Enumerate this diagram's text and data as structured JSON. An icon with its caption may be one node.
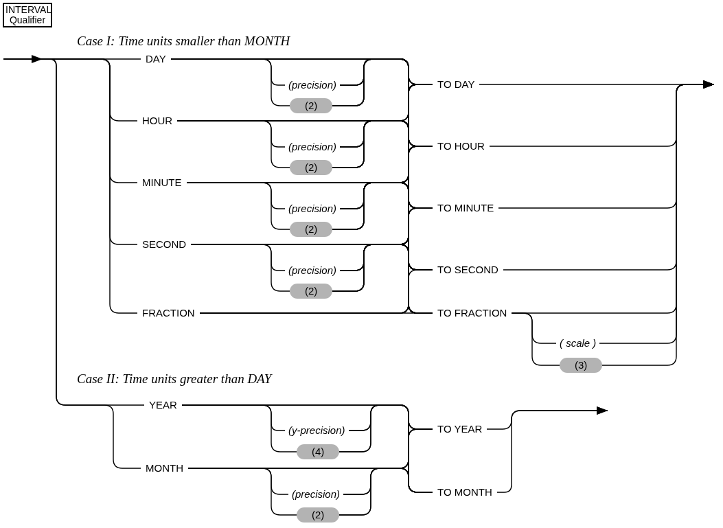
{
  "diagram": {
    "nodes": [
      {
        "text": [
          "INTERVAL Qualifier"
        ]
      },
      {
        "text": [
          "DAY"
        ]
      },
      {
        "text": [
          "(precision)"
        ]
      },
      {
        "text": [
          "(2)"
        ]
      },
      {
        "text": [
          "HOUR"
        ]
      },
      {
        "text": [
          "(precision)"
        ]
      },
      {
        "text": [
          "(2)"
        ]
      },
      {
        "text": [
          "MINUTE"
        ]
      },
      {
        "text": [
          "(precision)"
        ]
      },
      {
        "text": [
          "(2)"
        ]
      },
      {
        "text": [
          "SECOND"
        ]
      },
      {
        "text": [
          "(precision)"
        ]
      },
      {
        "text": [
          "(2)"
        ]
      },
      {
        "text": [
          "FRACTION"
        ]
      },
      {
        "text": [
          "TO DAY"
        ]
      },
      {
        "text": [
          "TO HOUR"
        ]
      },
      {
        "text": [
          "TO MINUTE"
        ]
      },
      {
        "text": [
          "TO SECOND"
        ]
      },
      {
        "text": [
          "TO FRACTION"
        ]
      },
      {
        "text": [
          "( scale )"
        ]
      },
      {
        "text": [
          "(3)"
        ]
      },
      {
        "text": [
          "YEAR"
        ]
      },
      {
        "text": [
          "(y-precision)"
        ]
      },
      {
        "text": [
          "(4)"
        ]
      },
      {
        "text": [
          "MONTH"
        ]
      },
      {
        "text": [
          "(precision)"
        ]
      },
      {
        "text": [
          "(2)"
        ]
      },
      {
        "text": [
          "TO YEAR"
        ]
      },
      {
        "text": [
          "TO MONTH"
        ]
      }
    ],
    "edges": [
      {
        "from": null,
        "to": 1,
        "arrow": "none"
      },
      {
        "from": null,
        "to": 4,
        "arrow": "none"
      },
      {
        "from": null,
        "to": 7,
        "arrow": "none"
      },
      {
        "from": null,
        "to": 10,
        "arrow": "none"
      },
      {
        "from": null,
        "to": 13,
        "arrow": "none"
      },
      {
        "from": null,
        "to": 21,
        "arrow": "none"
      },
      {
        "from": null,
        "to": 24,
        "arrow": "none"
      },
      {
        "from": 1,
        "to": 2,
        "arrow": "none"
      },
      {
        "from": 1,
        "to": 3,
        "arrow": "none"
      },
      {
        "from": 4,
        "to": 5,
        "arrow": "none"
      },
      {
        "from": 4,
        "to": 6,
        "arrow": "none"
      },
      {
        "from": 7,
        "to": 8,
        "arrow": "none"
      },
      {
        "from": 7,
        "to": 9,
        "arrow": "none"
      },
      {
        "from": 10,
        "to": 11,
        "arrow": "none"
      },
      {
        "from": 10,
        "to": 12,
        "arrow": "none"
      },
      {
        "from": 1,
        "to": 14,
        "arrow": "none"
      },
      {
        "from": 1,
        "to": 15,
        "arrow": "none"
      },
      {
        "from": 1,
        "to": 16,
        "arrow": "none"
      },
      {
        "from": 1,
        "to": 17,
        "arrow": "none"
      },
      {
        "from": 1,
        "to": 18,
        "arrow": "none"
      },
      {
        "from": 2,
        "to": 14,
        "arrow": "none"
      },
      {
        "from": 2,
        "to": 15,
        "arrow": "none"
      },
      {
        "from": 2,
        "to": 16,
        "arrow": "none"
      },
      {
        "from": 2,
        "to": 17,
        "arrow": "none"
      },
      {
        "from": 2,
        "to": 18,
        "arrow": "none"
      },
      {
        "from": 3,
        "to": 14,
        "arrow": "none"
      },
      {
        "from": 3,
        "to": 15,
        "arrow": "none"
      },
      {
        "from": 3,
        "to": 16,
        "arrow": "none"
      },
      {
        "from": 3,
        "to": 17,
        "arrow": "none"
      },
      {
        "from": 3,
        "to": 18,
        "arrow": "none"
      },
      {
        "from": 4,
        "to": 14,
        "arrow": "none"
      },
      {
        "from": 4,
        "to": 15,
        "arrow": "none"
      },
      {
        "from": 4,
        "to": 16,
        "arrow": "none"
      },
      {
        "from": 4,
        "to": 17,
        "arrow": "none"
      },
      {
        "from": 4,
        "to": 18,
        "arrow": "none"
      },
      {
        "from": 5,
        "to": 14,
        "arrow": "none"
      },
      {
        "from": 5,
        "to": 15,
        "arrow": "none"
      },
      {
        "from": 5,
        "to": 16,
        "arrow": "none"
      },
      {
        "from": 5,
        "to": 17,
        "arrow": "none"
      },
      {
        "from": 5,
        "to": 18,
        "arrow": "none"
      },
      {
        "from": 6,
        "to": 14,
        "arrow": "none"
      },
      {
        "from": 6,
        "to": 15,
        "arrow": "none"
      },
      {
        "from": 6,
        "to": 16,
        "arrow": "none"
      },
      {
        "from": 6,
        "to": 17,
        "arrow": "none"
      },
      {
        "from": 6,
        "to": 18,
        "arrow": "none"
      },
      {
        "from": 7,
        "to": 14,
        "arrow": "none"
      },
      {
        "from": 7,
        "to": 15,
        "arrow": "none"
      },
      {
        "from": 7,
        "to": 16,
        "arrow": "none"
      },
      {
        "from": 7,
        "to": 17,
        "arrow": "none"
      },
      {
        "from": 7,
        "to": 18,
        "arrow": "none"
      },
      {
        "from": 8,
        "to": 14,
        "arrow": "none"
      },
      {
        "from": 8,
        "to": 15,
        "arrow": "none"
      },
      {
        "from": 8,
        "to": 16,
        "arrow": "none"
      },
      {
        "from": 8,
        "to": 17,
        "arrow": "none"
      },
      {
        "from": 8,
        "to": 18,
        "arrow": "none"
      },
      {
        "from": 9,
        "to": 14,
        "arrow": "none"
      },
      {
        "from": 9,
        "to": 15,
        "arrow": "none"
      },
      {
        "from": 9,
        "to": 16,
        "arrow": "none"
      },
      {
        "from": 9,
        "to": 17,
        "arrow": "none"
      },
      {
        "from": 9,
        "to": 18,
        "arrow": "none"
      },
      {
        "from": 10,
        "to": 14,
        "arrow": "none"
      },
      {
        "from": 10,
        "to": 15,
        "arrow": "none"
      },
      {
        "from": 10,
        "to": 16,
        "arrow": "none"
      },
      {
        "from": 10,
        "to": 17,
        "arrow": "none"
      },
      {
        "from": 10,
        "to": 18,
        "arrow": "none"
      },
      {
        "from": 11,
        "to": 14,
        "arrow": "none"
      },
      {
        "from": 11,
        "to": 15,
        "arrow": "none"
      },
      {
        "from": 11,
        "to": 16,
        "arrow": "none"
      },
      {
        "from": 11,
        "to": 17,
        "arrow": "none"
      },
      {
        "from": 11,
        "to": 18,
        "arrow": "none"
      },
      {
        "from": 12,
        "to": 14,
        "arrow": "none"
      },
      {
        "from": 12,
        "to": 15,
        "arrow": "none"
      },
      {
        "from": 12,
        "to": 16,
        "arrow": "none"
      },
      {
        "from": 12,
        "to": 17,
        "arrow": "none"
      },
      {
        "from": 12,
        "to": 18,
        "arrow": "none"
      },
      {
        "from": 13,
        "to": 14,
        "arrow": "none"
      },
      {
        "from": 13,
        "to": 15,
        "arrow": "none"
      },
      {
        "from": 13,
        "to": 16,
        "arrow": "none"
      },
      {
        "from": 13,
        "to": 17,
        "arrow": "none"
      },
      {
        "from": 13,
        "to": 18,
        "arrow": "none"
      },
      {
        "from": 18,
        "to": 19,
        "arrow": "none"
      },
      {
        "from": 18,
        "to": 20,
        "arrow": "none"
      },
      {
        "from": 14,
        "to": null,
        "arrow": "to"
      },
      {
        "from": 15,
        "to": null,
        "arrow": "to"
      },
      {
        "from": 16,
        "to": null,
        "arrow": "to"
      },
      {
        "from": 17,
        "to": null,
        "arrow": "to"
      },
      {
        "from": 18,
        "to": null,
        "arrow": "to"
      },
      {
        "from": 19,
        "to": null,
        "arrow": "to"
      },
      {
        "from": 20,
        "to": null,
        "arrow": "to"
      },
      {
        "from": 21,
        "to": 22,
        "arrow": "none"
      },
      {
        "from": 21,
        "to": 23,
        "arrow": "none"
      },
      {
        "from": 24,
        "to": 25,
        "arrow": "none"
      },
      {
        "from": 24,
        "to": 26,
        "arrow": "none"
      },
      {
        "from": 21,
        "to": 27,
        "arrow": "none"
      },
      {
        "from": 21,
        "to": 28,
        "arrow": "none"
      },
      {
        "from": 22,
        "to": 27,
        "arrow": "none"
      },
      {
        "from": 22,
        "to": 28,
        "arrow": "none"
      },
      {
        "from": 23,
        "to": 27,
        "arrow": "none"
      },
      {
        "from": 23,
        "to": 28,
        "arrow": "none"
      },
      {
        "from": 24,
        "to": 27,
        "arrow": "none"
      },
      {
        "from": 24,
        "to": 28,
        "arrow": "none"
      },
      {
        "from": 25,
        "to": 27,
        "arrow": "none"
      },
      {
        "from": 25,
        "to": 28,
        "arrow": "none"
      },
      {
        "from": 26,
        "to": 27,
        "arrow": "none"
      },
      {
        "from": 26,
        "to": 28,
        "arrow": "none"
      },
      {
        "from": 27,
        "to": null,
        "arrow": "to"
      },
      {
        "from": 28,
        "to": null,
        "arrow": "to"
      }
    ],
    "labels": [
      "Case I: Time units smaller than MONTH",
      "Case II: Time units greater than DAY"
    ]
  }
}
